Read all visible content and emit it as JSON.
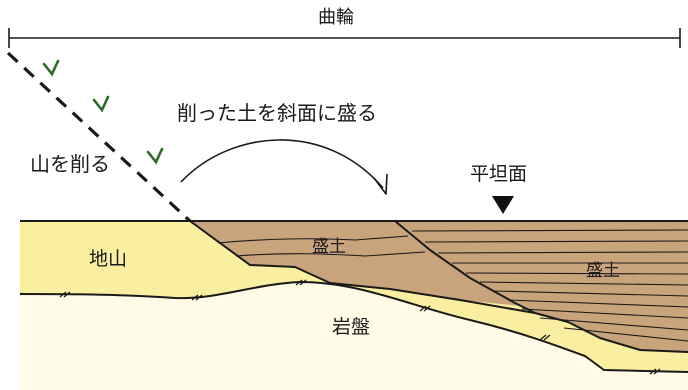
{
  "labels": {
    "kuruwa": "曲輪",
    "action": "削った土を斜面に盛る",
    "cut_mountain": "山を削る",
    "flat_surface": "平坦面",
    "jiyama": "地山",
    "fill_left": "盛土",
    "fill_right": "盛土",
    "bedrock": "岩盤"
  },
  "colors": {
    "jiyama": "#faeea0",
    "fill": "#c8a47c",
    "bedrock": "#fffbe6",
    "grass": "#2e6a2a",
    "line": "#1a1a1a"
  }
}
